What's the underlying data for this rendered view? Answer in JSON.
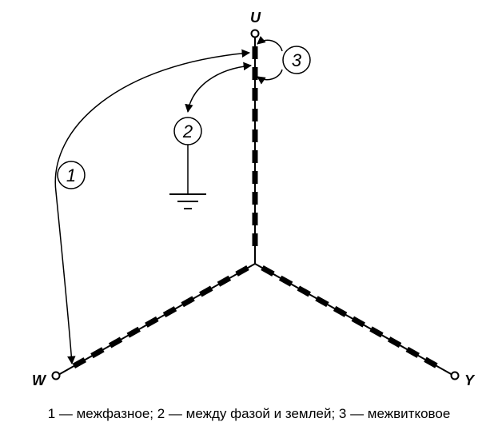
{
  "terminals": {
    "u": "U",
    "w": "W",
    "y": "Y"
  },
  "labels": {
    "n1": "1",
    "n2": "2",
    "n3": "3"
  },
  "caption": "1 — межфазное; 2 — между фазой и землей; 3 — межвитковое"
}
